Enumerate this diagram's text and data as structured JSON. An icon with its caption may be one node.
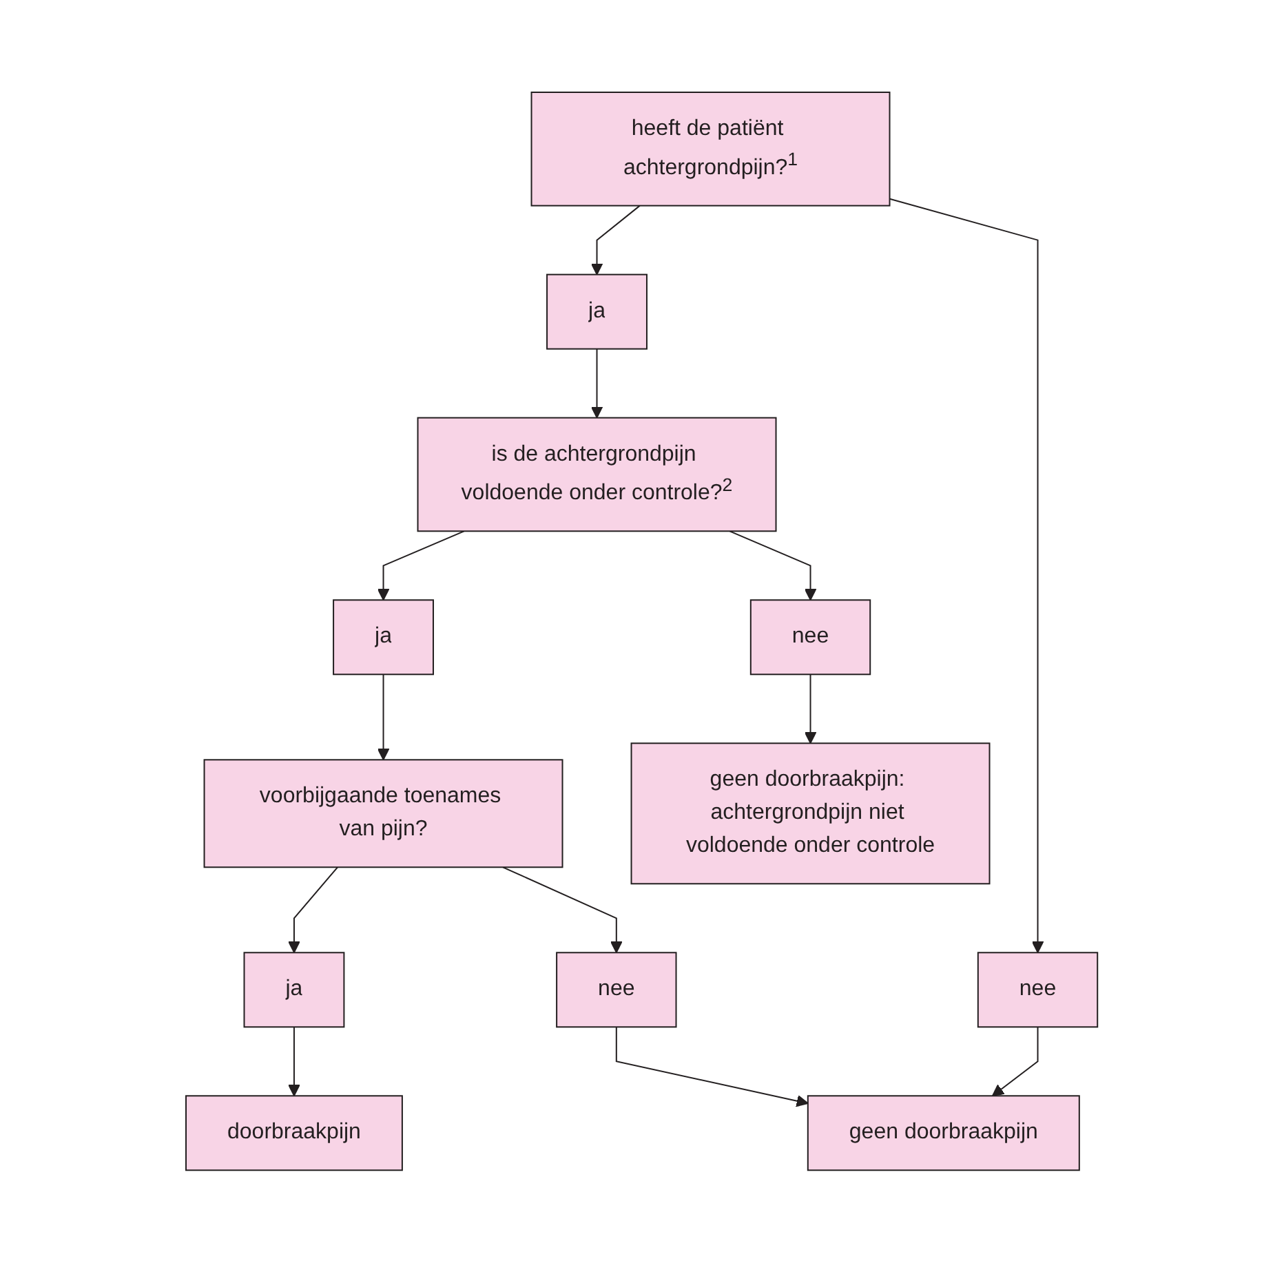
{
  "diagram": {
    "nodes": [
      {
        "text": [
          "heeft de patiënt achtergrondpijn?$^{1}$"
        ]
      },
      {
        "text": [
          "ja"
        ]
      },
      {
        "text": [
          "nee"
        ]
      },
      {
        "text": [
          "is de achtergrondpijn voldoende onder controle?$^{2}$"
        ]
      },
      {
        "text": [
          "ja"
        ]
      },
      {
        "text": [
          "nee"
        ]
      },
      {
        "text": [
          "voorbijgaande toenames van pijn?"
        ]
      },
      {
        "text": [
          "geen doorbraakpijn: achtergrondpijn niet voldoende onder controle"
        ]
      },
      {
        "text": [
          "ja"
        ]
      },
      {
        "text": [
          "nee"
        ]
      },
      {
        "text": [
          "doorbraakpijn"
        ]
      },
      {
        "text": [
          "geen doorbraakpijn"
        ]
      }
    ],
    "edges": [
      {
        "from": 0,
        "to": 1,
        "arrow": "to"
      },
      {
        "from": 0,
        "to": 2,
        "arrow": "to"
      },
      {
        "from": 1,
        "to": 3,
        "arrow": "to"
      },
      {
        "from": 3,
        "to": 4,
        "arrow": "to"
      },
      {
        "from": 3,
        "to": 5,
        "arrow": "to"
      },
      {
        "from": 4,
        "to": 6,
        "arrow": "to"
      },
      {
        "from": 5,
        "to": 7,
        "arrow": "to"
      },
      {
        "from": 6,
        "to": 8,
        "arrow": "to"
      },
      {
        "from": 6,
        "to": 9,
        "arrow": "to"
      },
      {
        "from": 8,
        "to": 10,
        "arrow": "to"
      },
      {
        "from": 9,
        "to": 11,
        "arrow": "to"
      },
      {
        "from": 2,
        "to": 11,
        "arrow": "to"
      }
    ]
  }
}
